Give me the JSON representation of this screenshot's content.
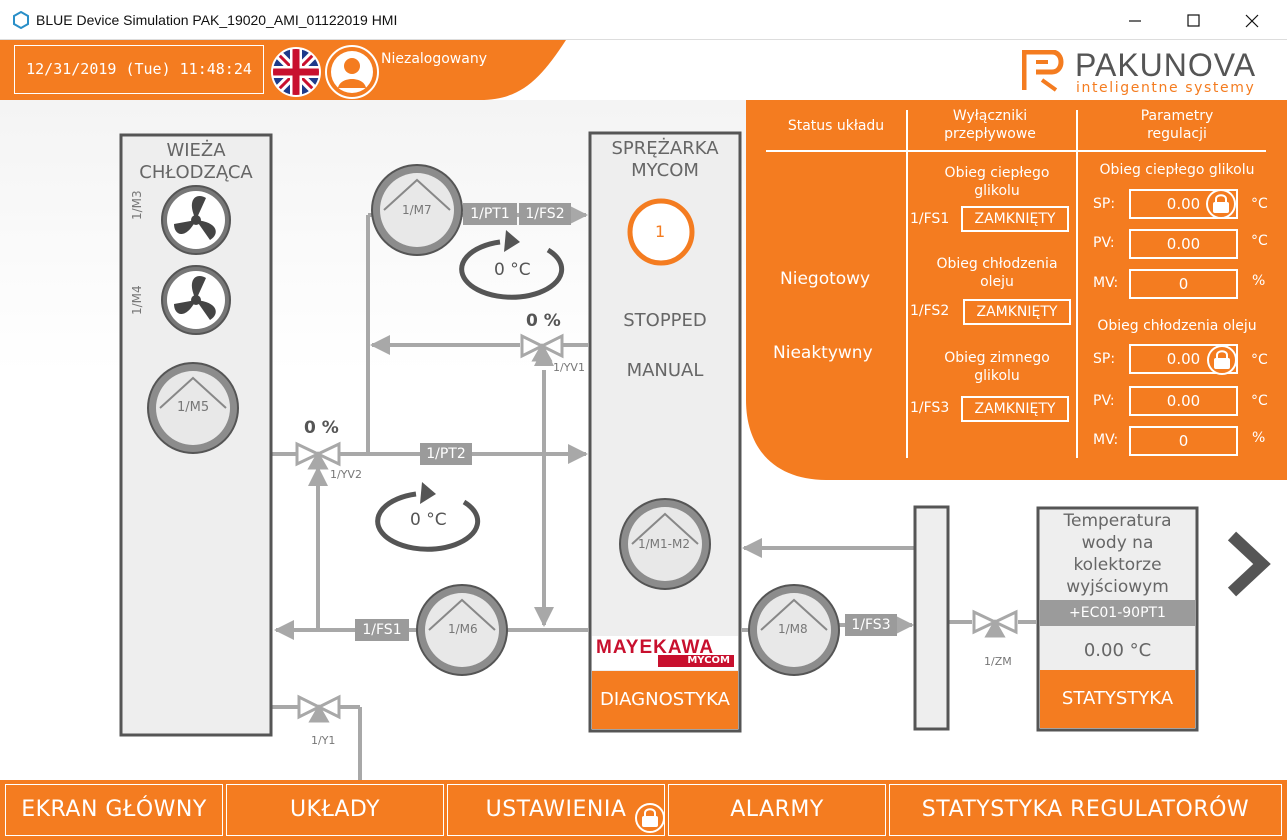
{
  "window": {
    "title": "BLUE Device Simulation PAK_19020_AMI_01122019 HMI"
  },
  "header": {
    "datetime": "12/31/2019 (Tue) 11:48:24",
    "user": "Niezalogowany",
    "logo_name": "PAKUNOVA",
    "logo_tagline": "inteligentne systemy"
  },
  "tower": {
    "title_line1": "WIEŻA",
    "title_line2": "CHŁODZĄCA",
    "fan1": "1/M3",
    "fan2": "1/M4",
    "pump": "1/M5"
  },
  "compressor": {
    "title_line1": "SPRĘŻARKA",
    "title_line2": "MYCOM",
    "number": "1",
    "state": "STOPPED",
    "mode": "MANUAL",
    "pump": "1/M1-M2",
    "brand": "MAYEKAWA",
    "brand_sub": "MYCOM",
    "diag_button": "DIAGNOSTYKA"
  },
  "piping": {
    "pump_m7": "1/M7",
    "pt1": "1/PT1",
    "fs2": "1/FS2",
    "temp_upper": "0 °C",
    "valve_yv1_pct": "0 %",
    "valve_yv1": "1/YV1",
    "valve_yv2_pct": "0 %",
    "valve_yv2": "1/YV2",
    "pt2": "1/PT2",
    "temp_lower": "0 °C",
    "fs1": "1/FS1",
    "pump_m6": "1/M6",
    "valve_y1": "1/Y1",
    "pump_m8": "1/M8",
    "fs3": "1/FS3",
    "valve_zm": "1/ZM"
  },
  "collector": {
    "line1": "Temperatura",
    "line2": "wody na",
    "line3": "kolektorze",
    "line4": "wyjściowym",
    "sensor": "+EC01-90PT1",
    "value": "0.00 °C",
    "stats_button": "STATYSTYKA"
  },
  "panel": {
    "col1_header": "Status układu",
    "col2_header_1": "Wyłączniki",
    "col2_header_2": "przepływowe",
    "col3_header_1": "Parametry",
    "col3_header_2": "regulacji",
    "status1": "Niegotowy",
    "status2": "Nieaktywny",
    "flow1_title_1": "Obieg ciepłego",
    "flow1_title_2": "glikolu",
    "flow1_id": "1/FS1",
    "flow1_state": "ZAMKNIĘTY",
    "flow2_title_1": "Obieg chłodzenia",
    "flow2_title_2": "oleju",
    "flow2_id": "1/FS2",
    "flow2_state": "ZAMKNIĘTY",
    "flow3_title_1": "Obieg zimnego",
    "flow3_title_2": "glikolu",
    "flow3_id": "1/FS3",
    "flow3_state": "ZAMKNIĘTY",
    "reg1_title": "Obieg ciepłego glikolu",
    "reg2_title": "Obieg chłodzenia oleju",
    "sp_label": "SP:",
    "pv_label": "PV:",
    "mv_label": "MV:",
    "reg1_sp": "0.00",
    "reg1_pv": "0.00",
    "reg1_mv": "0",
    "reg2_sp": "0.00",
    "reg2_pv": "0.00",
    "reg2_mv": "0",
    "unit_c": "°C",
    "unit_pct": "%"
  },
  "nav": {
    "home": "EKRAN GŁÓWNY",
    "systems": "UKŁADY",
    "settings": "USTAWIENIA",
    "alarms": "ALARMY",
    "reg_stats": "STATYSTYKA REGULATORÓW"
  },
  "colors": {
    "accent": "#f47c20",
    "pipe": "#a8a8a8",
    "frame": "#555555"
  }
}
